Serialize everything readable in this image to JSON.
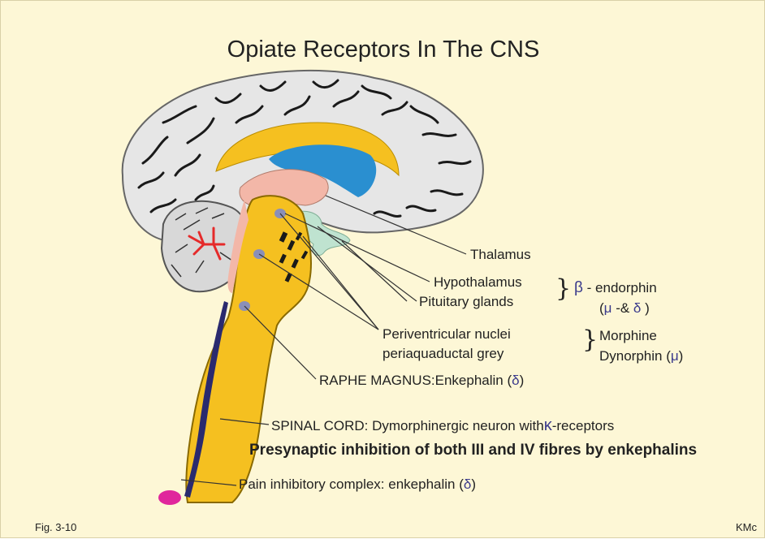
{
  "title": "Opiate Receptors In The CNS",
  "labels": {
    "thalamus": "Thalamus",
    "hypothalamus": "Hypothalamus",
    "pituitary": "Pituitary glands",
    "periventricular": "Periventricular nuclei",
    "periaquaductal": "periaquaductal grey",
    "raphe": "RAPHE MAGNUS:Enkephalin (",
    "raphe_greek": "δ",
    "raphe_close": ")",
    "spinal": "SPINAL CORD: Dymorphinergic neuron with",
    "spinal_greek": "κ",
    "spinal_tail": "-receptors",
    "presynaptic": "Presynaptic inhibition of both III and IV  fibres by enkephalins",
    "pain": "Pain inhibitory complex: enkephalin (",
    "pain_greek": "δ",
    "pain_close": ")"
  },
  "groups": {
    "endorphin_symbol": "β",
    "endorphin_label": " - endorphin",
    "endorphin_receptors_open": "(",
    "endorphin_mu": "μ",
    "endorphin_amp": " -& ",
    "endorphin_delta": "δ",
    "endorphin_close": " )",
    "morphine": "Morphine",
    "dynorphin": "Dynorphin (",
    "dynorphin_mu": "μ",
    "dynorphin_close": ")"
  },
  "footer": {
    "fig": "Fig. 3-10",
    "author": "KMc"
  },
  "colors": {
    "background": "#fdf7d6",
    "cortex": "#e6e6e6",
    "brainstem": "#f5c020",
    "ventricle": "#2a8fd0",
    "pink": "#f3b7a8",
    "pituitary": "#bfe3d0",
    "nuclei": "#8a8fb8",
    "red_tree": "#e52a2a",
    "greek": "#3a3a8c"
  }
}
